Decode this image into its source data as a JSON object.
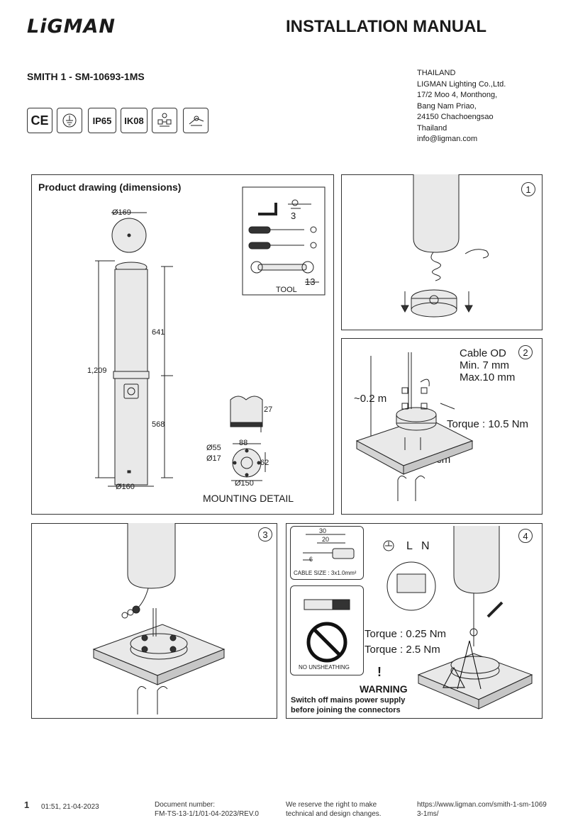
{
  "header": {
    "logo": "LiGMAN",
    "title": "INSTALLATION MANUAL"
  },
  "product": {
    "name": "SMITH 1 - SM-10693-1MS"
  },
  "address": {
    "country": "THAILAND",
    "company": "LIGMAN Lighting Co.,Ltd.",
    "line1": "17/2 Moo 4, Monthong,",
    "line2": "Bang Nam Priao,",
    "line3": "24150 Chachoengsao",
    "line4": "Thailand",
    "email": "info@ligman.com"
  },
  "certifications": {
    "ce": "CE",
    "ip": "IP65",
    "ik": "IK08"
  },
  "product_drawing": {
    "title": "Product drawing (dimensions)",
    "dia_top": "Ø169",
    "height_total": "1,209",
    "height_upper": "641",
    "height_lower": "568",
    "dia_base": "Ø160",
    "tool_label": "TOOL",
    "tool_allen": "3",
    "tool_wrench": "13",
    "mount_27": "27",
    "mount_88": "88",
    "mount_55": "Ø55",
    "mount_17": "Ø17",
    "mount_62": "62",
    "mount_150": "Ø150",
    "mounting_label": "MOUNTING DETAIL"
  },
  "step1": {
    "number": "1"
  },
  "step2": {
    "number": "2",
    "cable_od": "Cable OD",
    "min": "Min. 7 mm",
    "max": "Max.10 mm",
    "height": "~0.2 m",
    "torque": "Torque : 10.5 Nm",
    "depth": "~6 cm"
  },
  "step3": {
    "number": "3"
  },
  "step4": {
    "number": "4",
    "strip_30": "30",
    "strip_20": "20",
    "strip_6": "6",
    "cable_size": "CABLE SIZE : 3x1.0mm²",
    "no_unsheathing": "NO UNSHEATHING",
    "l": "L",
    "n": "N",
    "torque_small": "Torque : 0.25 Nm",
    "torque_large": "Torque : 2.5 Nm",
    "warning_title": "WARNING",
    "warning_line1": "Switch off mains power supply",
    "warning_line2": "before joining the connectors"
  },
  "footer": {
    "page": "1",
    "timestamp": "01:51, 21-04-2023",
    "doc_number_label": "Document number:",
    "doc_number": "FM-TS-13-1/1/01-04-2023/REV.0",
    "rights_line1": "We reserve the right to make",
    "rights_line2": "technical and design changes.",
    "url_line1": "https://www.ligman.com/smith-1-sm-1069",
    "url_line2": "3-1ms/"
  }
}
